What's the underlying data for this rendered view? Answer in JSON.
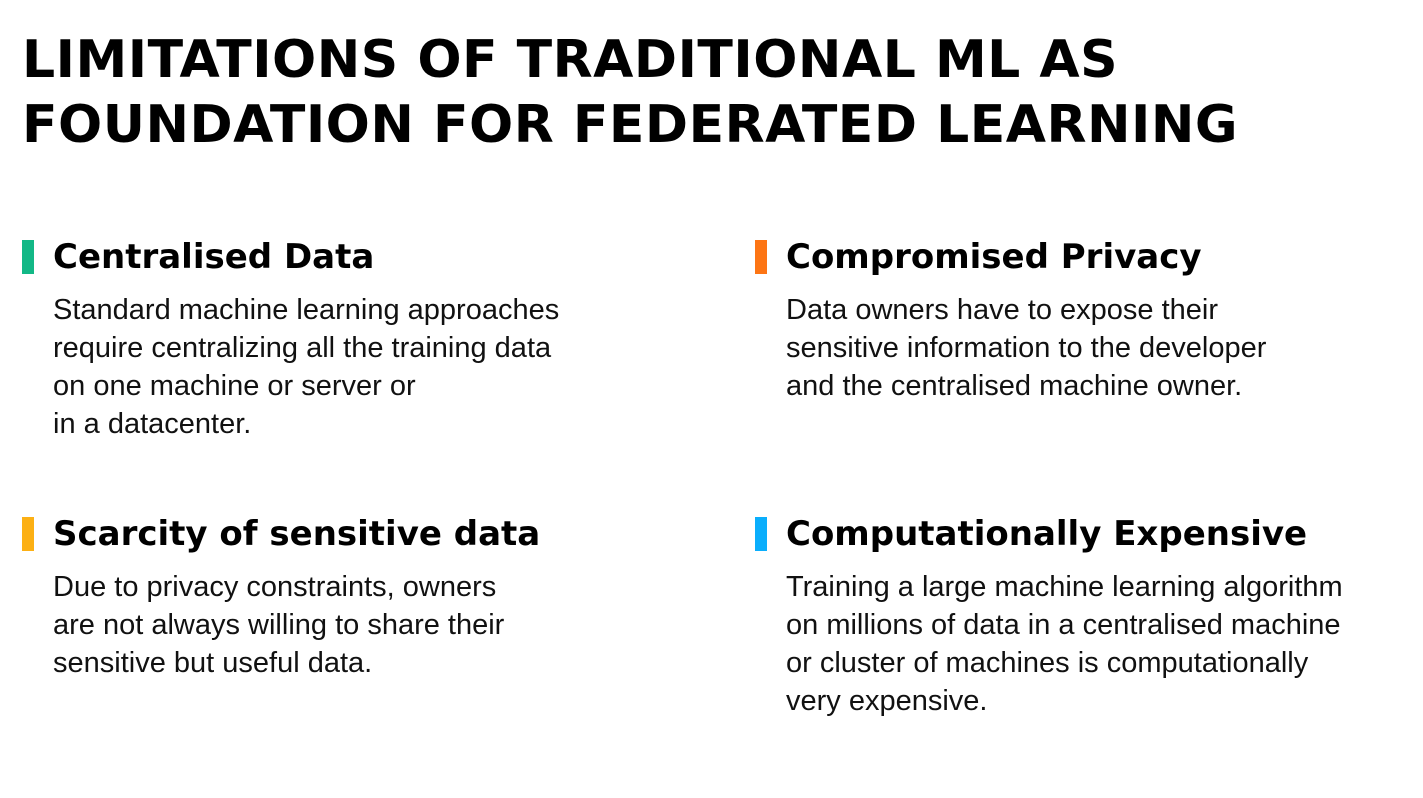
{
  "title": {
    "lines": [
      "LIMITATIONS OF TRADITIONAL ML AS",
      "FOUNDATION FOR FEDERATED LEARNING"
    ]
  },
  "cards": [
    {
      "heading": "Centralised Data",
      "accent_color": "#12b886",
      "body_lines": [
        "Standard machine learning approaches",
        "require centralizing all the training data",
        "on one machine or server or",
        "in a datacenter."
      ]
    },
    {
      "heading": "Compromised Privacy",
      "accent_color": "#fd7514",
      "body_lines": [
        "Data owners have to expose their",
        "sensitive information to the developer",
        "and the centralised machine owner."
      ]
    },
    {
      "heading": "Scarcity of sensitive data",
      "accent_color": "#fcb014",
      "body_lines": [
        "Due to privacy constraints, owners",
        "are not always willing to share their",
        "sensitive but useful data."
      ]
    },
    {
      "heading": "Computationally Expensive",
      "accent_color": "#0aaefc",
      "body_lines": [
        "Training a large machine learning algorithm",
        "on millions of data in a centralised machine",
        "or cluster of machines is computationally",
        "very expensive."
      ]
    }
  ]
}
